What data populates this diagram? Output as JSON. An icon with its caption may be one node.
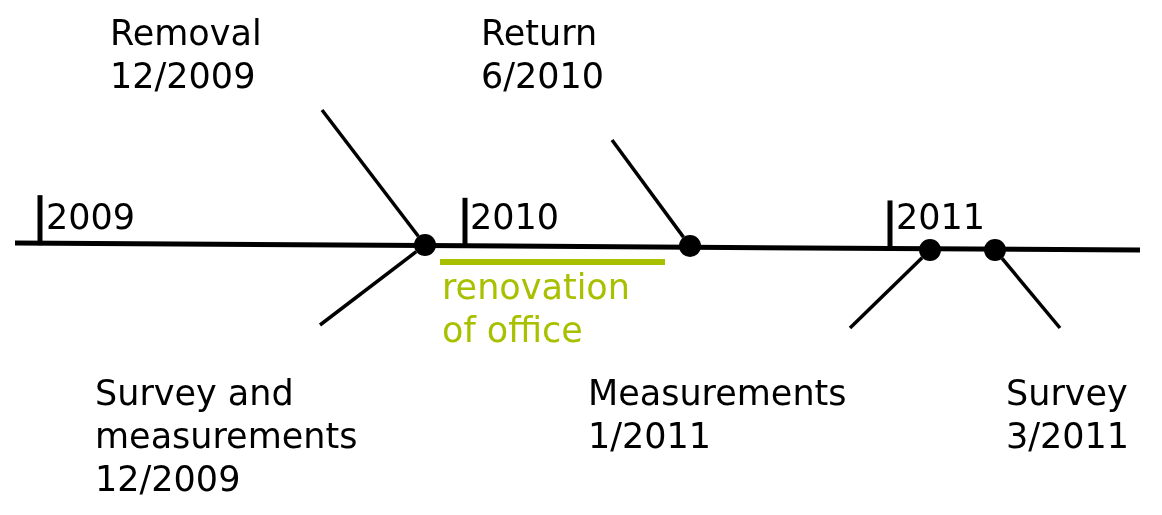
{
  "diagram": {
    "nodes": [
      {
        "text": [
          "Removal 12/2009"
        ]
      },
      {
        "text": [
          "Return 6/2010"
        ]
      },
      {
        "text": [
          "Survey and measurements 12/2009"
        ]
      },
      {
        "text": [
          "Measurements 1/2011"
        ]
      },
      {
        "text": [
          "Survey 3/2011"
        ]
      },
      {
        "text": [],
        "shape": "circle"
      },
      {
        "text": [],
        "shape": "circle"
      },
      {
        "text": [],
        "shape": "circle"
      },
      {
        "text": [],
        "shape": "circle"
      }
    ],
    "edges": [
      {
        "from": 0,
        "to": 5,
        "arrow": "none"
      },
      {
        "from": 2,
        "to": 5,
        "arrow": "none"
      },
      {
        "from": 1,
        "to": 6,
        "arrow": "none"
      },
      {
        "from": 3,
        "to": 7,
        "arrow": "none"
      },
      {
        "from": 4,
        "to": 8,
        "arrow": "none"
      }
    ],
    "labels": [
      "2009",
      "2010",
      "2011",
      "renovation of office"
    ]
  }
}
